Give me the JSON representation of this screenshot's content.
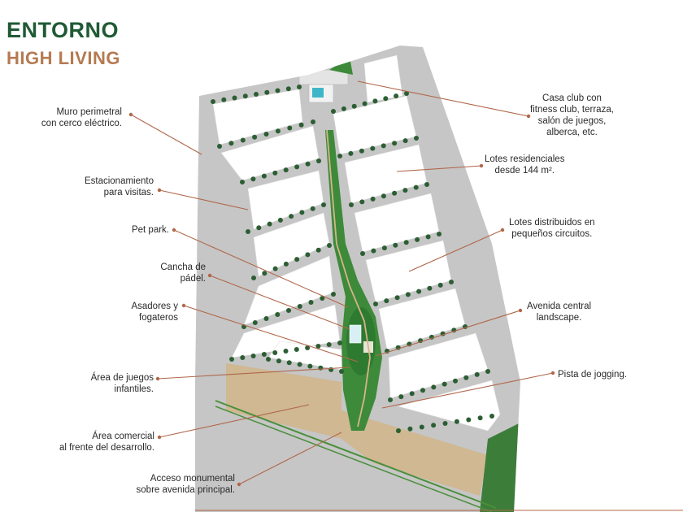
{
  "header": {
    "title": "ENTORNO",
    "subtitle": "HIGH LIVING"
  },
  "colors": {
    "title": "#1f5a34",
    "subtitle": "#b57a52",
    "leader": "#b0674a",
    "road": "#c6c6c6",
    "lot": "#ffffff",
    "tree": "#2c5e33",
    "park": "#3d8a3a",
    "sand": "#cfb892"
  },
  "labels_left": [
    {
      "id": "muro",
      "lines": [
        "Muro perimetral",
        "con cerco eléctrico."
      ]
    },
    {
      "id": "estacionamiento",
      "lines": [
        "Estacionamiento",
        "para visitas."
      ]
    },
    {
      "id": "petpark",
      "lines": [
        "Pet park."
      ]
    },
    {
      "id": "cancha",
      "lines": [
        "Cancha de",
        "pádel."
      ]
    },
    {
      "id": "asadores",
      "lines": [
        "Asadores y",
        "fogateros"
      ]
    },
    {
      "id": "juegos",
      "lines": [
        "Área de juegos",
        "infantiles."
      ]
    },
    {
      "id": "comercial",
      "lines": [
        "Área comercial",
        "al frente del desarrollo."
      ]
    },
    {
      "id": "acceso",
      "lines": [
        "Acceso monumental",
        "sobre avenida principal."
      ]
    }
  ],
  "labels_right": [
    {
      "id": "casaclub",
      "lines": [
        "Casa club con",
        "fitness club, terraza,",
        "salón de juegos,",
        "alberca, etc."
      ]
    },
    {
      "id": "lotes",
      "lines": [
        "Lotes residenciales",
        "desde 144 m²."
      ]
    },
    {
      "id": "circuitos",
      "lines": [
        "Lotes distribuidos en",
        "pequeños circuitos."
      ]
    },
    {
      "id": "avenida",
      "lines": [
        "Avenida central",
        "landscape."
      ]
    },
    {
      "id": "jogging",
      "lines": [
        "Pista de jogging."
      ]
    }
  ]
}
